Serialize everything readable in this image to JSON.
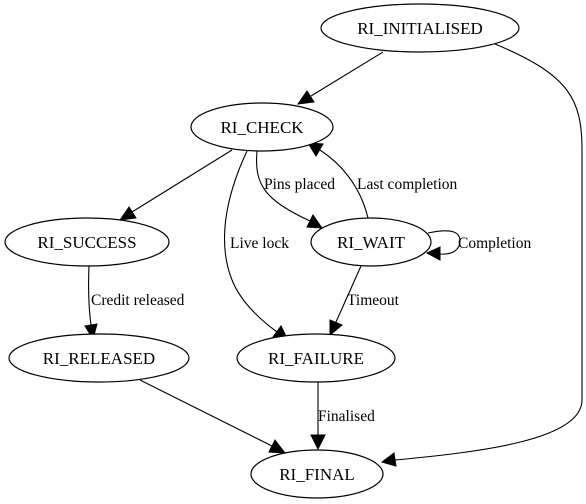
{
  "diagram": {
    "nodes": {
      "initialised": "RI_INITIALISED",
      "check": "RI_CHECK",
      "success": "RI_SUCCESS",
      "wait": "RI_WAIT",
      "released": "RI_RELEASED",
      "failure": "RI_FAILURE",
      "final": "RI_FINAL"
    },
    "edge_labels": {
      "pins_placed": "Pins placed",
      "last_completion": "Last completion",
      "live_lock": "Live lock",
      "completion": "Completion",
      "credit_released": "Credit released",
      "timeout": "Timeout",
      "finalised": "Finalised"
    },
    "edges": [
      {
        "from": "RI_INITIALISED",
        "to": "RI_CHECK"
      },
      {
        "from": "RI_INITIALISED",
        "to": "RI_FINAL"
      },
      {
        "from": "RI_CHECK",
        "to": "RI_SUCCESS"
      },
      {
        "from": "RI_CHECK",
        "to": "RI_WAIT",
        "label": "Pins placed"
      },
      {
        "from": "RI_CHECK",
        "to": "RI_FAILURE",
        "label": "Live lock"
      },
      {
        "from": "RI_WAIT",
        "to": "RI_CHECK",
        "label": "Last completion"
      },
      {
        "from": "RI_WAIT",
        "to": "RI_WAIT",
        "label": "Completion"
      },
      {
        "from": "RI_WAIT",
        "to": "RI_FAILURE",
        "label": "Timeout"
      },
      {
        "from": "RI_SUCCESS",
        "to": "RI_RELEASED",
        "label": "Credit released"
      },
      {
        "from": "RI_RELEASED",
        "to": "RI_FINAL"
      },
      {
        "from": "RI_FAILURE",
        "to": "RI_FINAL",
        "label": "Finalised"
      }
    ]
  }
}
